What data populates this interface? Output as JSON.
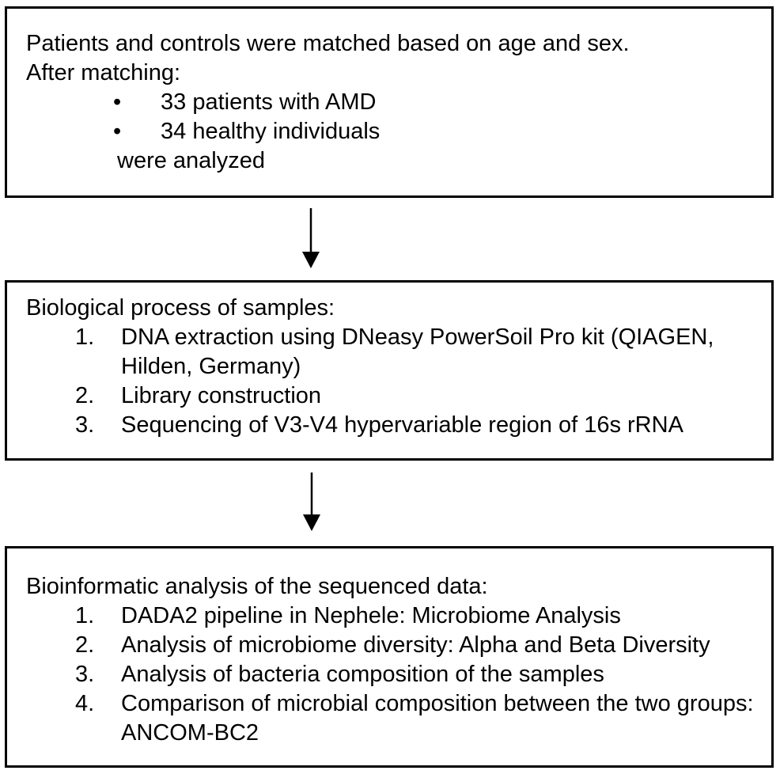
{
  "page": {
    "background": "#ffffff",
    "text_color": "#000000",
    "border_color": "#000000"
  },
  "boxes": [
    {
      "name": "matching",
      "lines": [
        "Patients and controls were matched based on age and sex.",
        "After matching:"
      ],
      "bullets": [
        {
          "marker": "•",
          "text": "33 patients with AMD"
        },
        {
          "marker": "•",
          "text": "34 healthy individuals"
        }
      ],
      "footer": "were analyzed"
    },
    {
      "name": "biological-process",
      "title": "Biological process of samples:",
      "items": [
        {
          "marker": "1.",
          "text": "DNA extraction using DNeasy PowerSoil Pro kit (QIAGEN, Hilden, Germany)"
        },
        {
          "marker": "2.",
          "text": "Library construction"
        },
        {
          "marker": "3.",
          "text": "Sequencing of V3-V4 hypervariable region of 16s rRNA"
        }
      ]
    },
    {
      "name": "bioinformatic-analysis",
      "title": "Bioinformatic analysis of the sequenced data:",
      "items": [
        {
          "marker": "1.",
          "text": "DADA2 pipeline in Nephele: Microbiome Analysis"
        },
        {
          "marker": "2.",
          "text": "Analysis of microbiome diversity: Alpha and Beta Diversity"
        },
        {
          "marker": "3.",
          "text": "Analysis of bacteria composition of the samples"
        },
        {
          "marker": "4.",
          "text": "Comparison of microbial composition between the two groups: ANCOM-BC2"
        }
      ]
    }
  ],
  "arrows": [
    {
      "name": "down-arrow-1"
    },
    {
      "name": "down-arrow-2"
    }
  ]
}
